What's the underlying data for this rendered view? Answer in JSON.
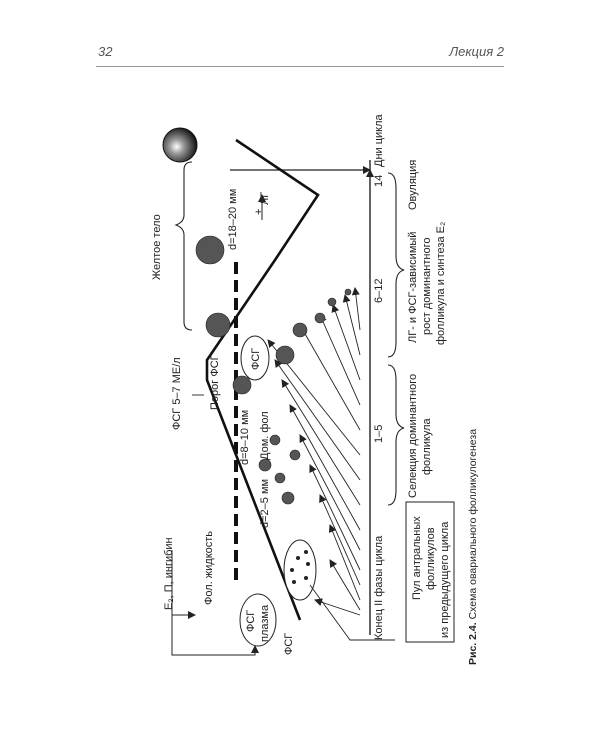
{
  "header": {
    "page_number": "32",
    "section": "Лекция 2"
  },
  "caption": {
    "label": "Рис. 2.4.",
    "text": " Схема овариального фолликулогенеза"
  },
  "labels": {
    "e2_p_inhibin": "E₂, П, ингибин",
    "fol_fluid": "Фол. жидкость",
    "fsg_plasma_1": "ФСГ",
    "fsg_plasma_2": "плазма",
    "fsg": "ФСГ",
    "d_small": "d=2–5 мм",
    "d_dom": "d=8–10 мм",
    "dom_fol": "Дом. фол",
    "threshold": "Порог ФСГ",
    "fsg_level": "ФСГ 5–7 МЕ/л",
    "fsg_bubble": "ФСГ",
    "d_large": "d=18–20 мм",
    "yellow_body": "Желтое тело",
    "lg": "ЛГ",
    "lg_plus": "+",
    "cycle_days": "Дни цикла",
    "day_end": "Конец II фазы цикла",
    "day_1_5": "1–5",
    "day_6_12": "6–12",
    "day_14": "14",
    "phase_selection_1": "Селекция доминантного",
    "phase_selection_2": "фолликула",
    "phase_growth_1": "ЛГ- и ФСГ-зависимый",
    "phase_growth_2": "рост доминантного",
    "phase_growth_3": "фолликула и синтеза E₂",
    "phase_ovulation": "Овуляция",
    "pool_1": "Пул антральных",
    "pool_2": "фолликулов",
    "pool_3": "из предыдущего цикла"
  }
}
